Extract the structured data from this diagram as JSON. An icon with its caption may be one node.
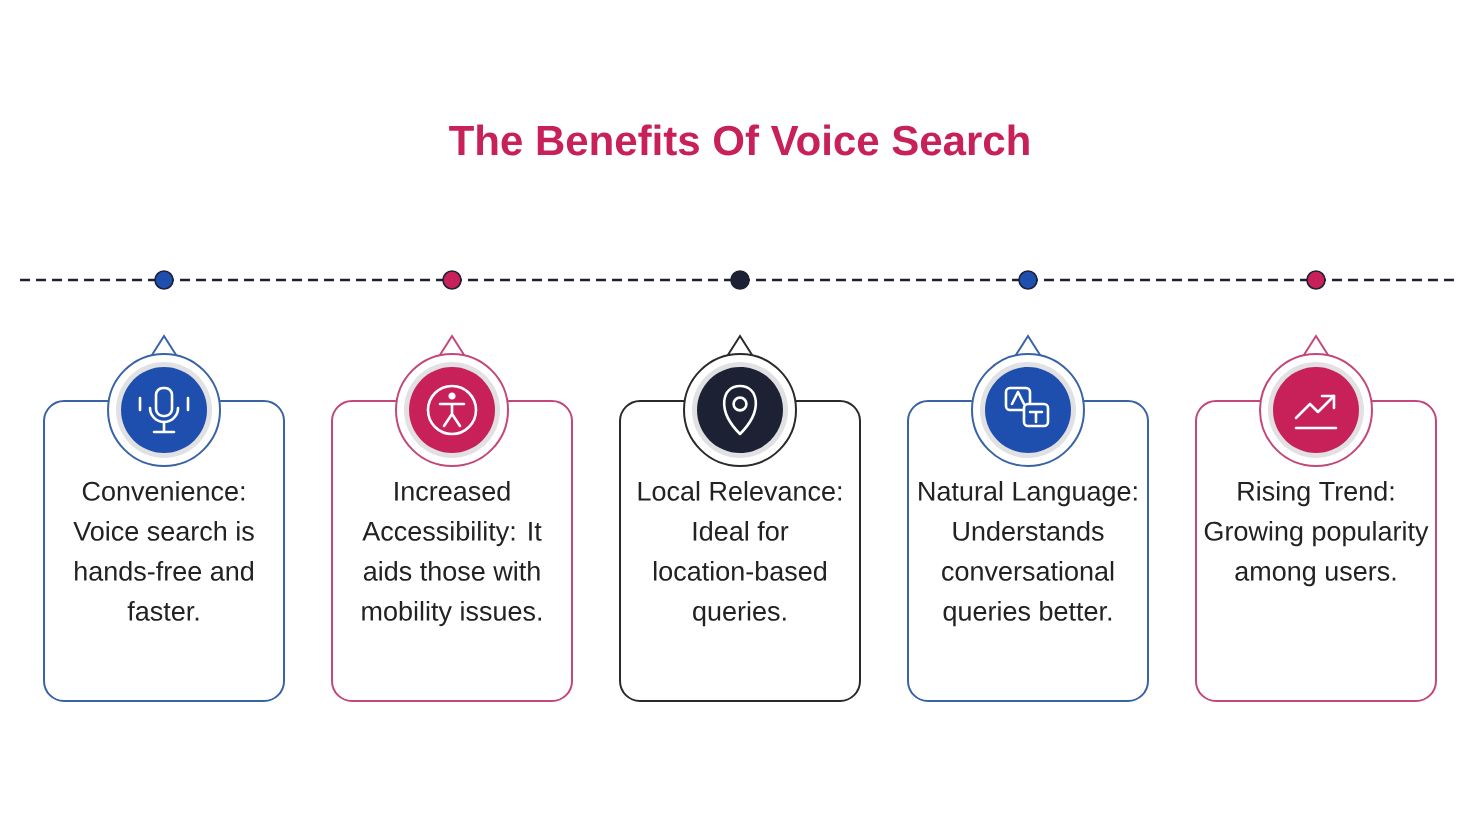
{
  "diagram": {
    "title": "The Benefits Of Voice Search",
    "nodes": [
      {
        "text": [
          "Convenience: Voice search is hands-free and faster."
        ]
      },
      {
        "text": [
          "Increased Accessibility: It aids those with mobility issues."
        ]
      },
      {
        "text": [
          "Local Relevance: Ideal for location-based queries."
        ]
      },
      {
        "text": [
          "Natural Language: Understands conversational queries better."
        ]
      },
      {
        "text": [
          "Rising Trend: Growing popularity among users."
        ]
      }
    ]
  }
}
